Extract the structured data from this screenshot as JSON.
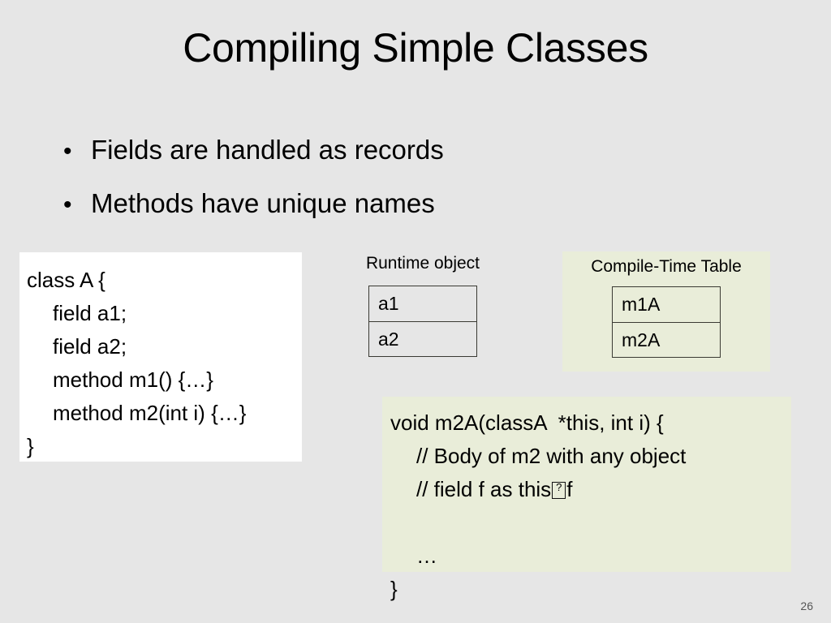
{
  "slide": {
    "title": "Compiling Simple Classes",
    "page_number": "26",
    "background_color": "#e6e6e6",
    "panel_green_color": "#e9edd9",
    "panel_white_color": "#ffffff"
  },
  "bullets": [
    {
      "marker": "•",
      "text": "Fields are handled as records"
    },
    {
      "marker": "•",
      "text": "Methods have unique names"
    }
  ],
  "class_code": {
    "lines": [
      {
        "text": "class A {",
        "indent": 0
      },
      {
        "text": "field a1;",
        "indent": 1
      },
      {
        "text": "field a2;",
        "indent": 1
      },
      {
        "text": "method m1() {…}",
        "indent": 1
      },
      {
        "text": "method m2(int i) {…}",
        "indent": 1
      },
      {
        "text": "}",
        "indent": 0
      }
    ]
  },
  "runtime_object": {
    "caption": "Runtime object",
    "rows": [
      "a1",
      "a2"
    ]
  },
  "compile_time_table": {
    "caption": "Compile-Time Table",
    "rows": [
      "m1A",
      "m2A"
    ]
  },
  "method_code": {
    "lines": [
      {
        "text": "void m2A(classA  *this, int i) {",
        "indent": 0
      },
      {
        "text": "// Body of m2 with any object",
        "indent": 1
      },
      {
        "text_before": "// field f as this",
        "glyph": "missing-glyph-box",
        "text_after": "f",
        "indent": 1
      },
      {
        "text": "",
        "indent": 0
      },
      {
        "text": "…",
        "indent": 1
      },
      {
        "text": "}",
        "indent": 0
      }
    ]
  }
}
